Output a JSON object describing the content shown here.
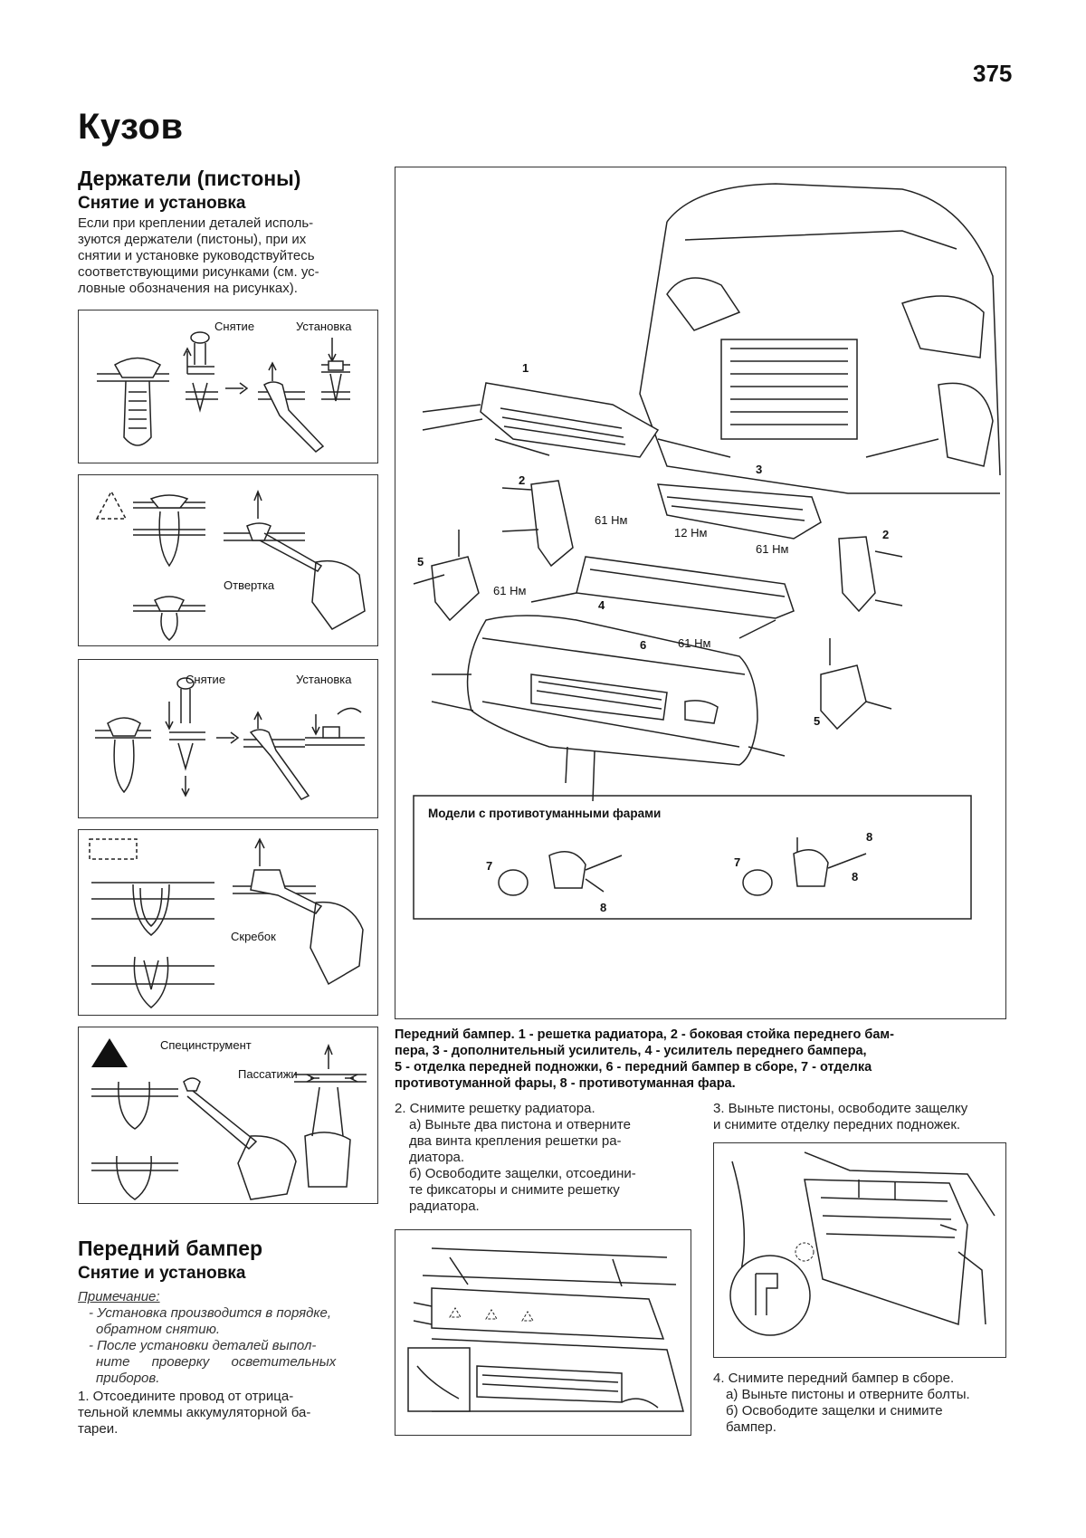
{
  "page_number": "375",
  "chapter_title": "Кузов",
  "section1": {
    "title": "Держатели (пистоны)",
    "subtitle": "Снятие и установка",
    "paragraph_lines": [
      "Если при креплении деталей исполь-",
      "зуются держатели (пистоны), при их",
      "снятии и установке руководствуйтесь",
      "соответствующими рисунками (см. ус-",
      "ловные обозначения на рисунках)."
    ]
  },
  "fig1": {
    "removal": "Снятие",
    "install": "Установка"
  },
  "fig2": {
    "screwdriver": "Отвертка"
  },
  "fig3": {
    "removal": "Снятие",
    "install": "Установка"
  },
  "fig4": {
    "scraper": "Скребок"
  },
  "fig5": {
    "special_tool": "Специнструмент",
    "pliers": "Пассатижи"
  },
  "section2": {
    "title": "Передний бампер",
    "subtitle": "Снятие и установка",
    "note_title": "Примечание:",
    "note_lines": [
      "- Установка производится в порядке,",
      "обратном снятию.",
      "- После установки деталей выпол-",
      "ните проверку осветительных",
      "приборов."
    ],
    "step1_lines": [
      "1. Отсоедините провод от отрица-",
      "тельной клеммы аккумуляторной ба-",
      "тареи."
    ]
  },
  "big_figure": {
    "callouts": [
      "1",
      "2",
      "3",
      "2",
      "5",
      "4",
      "6",
      "5"
    ],
    "torques": [
      "61 Нм",
      "12 Нм",
      "61 Нм",
      "61 Нм",
      "61 Нм"
    ],
    "fog_box_title": "Модели с противотуманными фарами",
    "fog_callouts": [
      "7",
      "8",
      "8",
      "7",
      "8"
    ]
  },
  "big_caption_lines": [
    "Передний бампер. 1 - решетка радиатора, 2 - боковая стойка переднего бам-",
    "пера, 3 - дополнительный усилитель, 4 - усилитель переднего бампера,",
    "5 - отделка передней подножки, 6 - передний бампер в сборе, 7 - отделка",
    "противотуманной фары, 8 - противотуманная фара."
  ],
  "step2_lines": [
    "2. Снимите решетку радиатора.",
    "а) Выньте два пистона и отверните",
    "два винта крепления решетки ра-",
    "диатора.",
    "б) Освободите защелки, отсоедини-",
    "те фиксаторы и снимите решетку",
    "радиатора."
  ],
  "step3_lines": [
    "3. Выньте пистоны, освободите защелку",
    "и снимите отделку передних подножек."
  ],
  "step4_lines": [
    "4. Снимите передний бампер в сборе.",
    "а) Выньте пистоны и отверните болты.",
    "б) Освободите защелки и снимите",
    "бампер."
  ]
}
